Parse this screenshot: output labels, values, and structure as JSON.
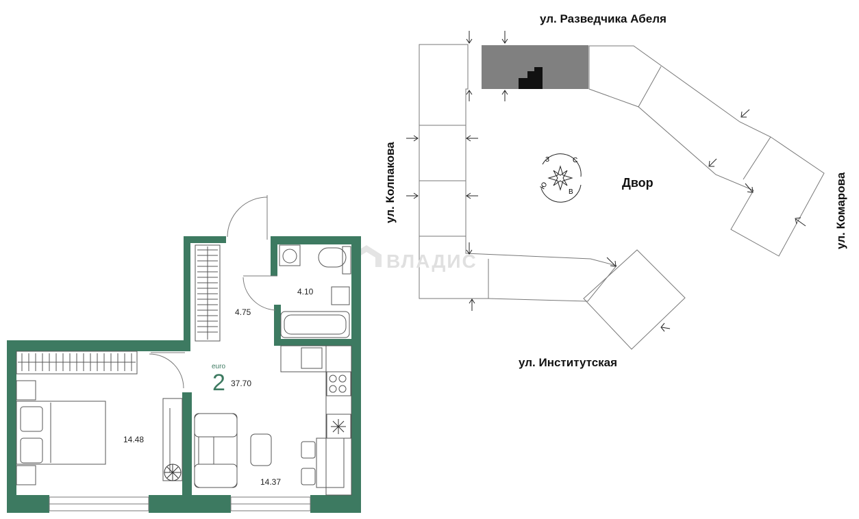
{
  "streets": {
    "top": "ул. Разведчика Абеля",
    "left": "ул. Колпакова",
    "right": "ул. Комарова",
    "bottom": "ул. Институтская"
  },
  "yard_label": "Двор",
  "compass": {
    "north": "С",
    "south": "Ю",
    "east": "В",
    "west": "З"
  },
  "watermark": "ВЛАДИС",
  "apartment": {
    "type_label": "euro",
    "rooms": "2",
    "total_area": "37.70",
    "room_areas": {
      "hall": "4.75",
      "bathroom": "4.10",
      "bedroom": "14.48",
      "kitchen_living": "14.37"
    }
  },
  "colors": {
    "wall": "#3d7a61",
    "highlight_section": "#808080",
    "highlight_unit": "#111111",
    "outline": "#666666",
    "accent_text": "#3d7a61"
  }
}
